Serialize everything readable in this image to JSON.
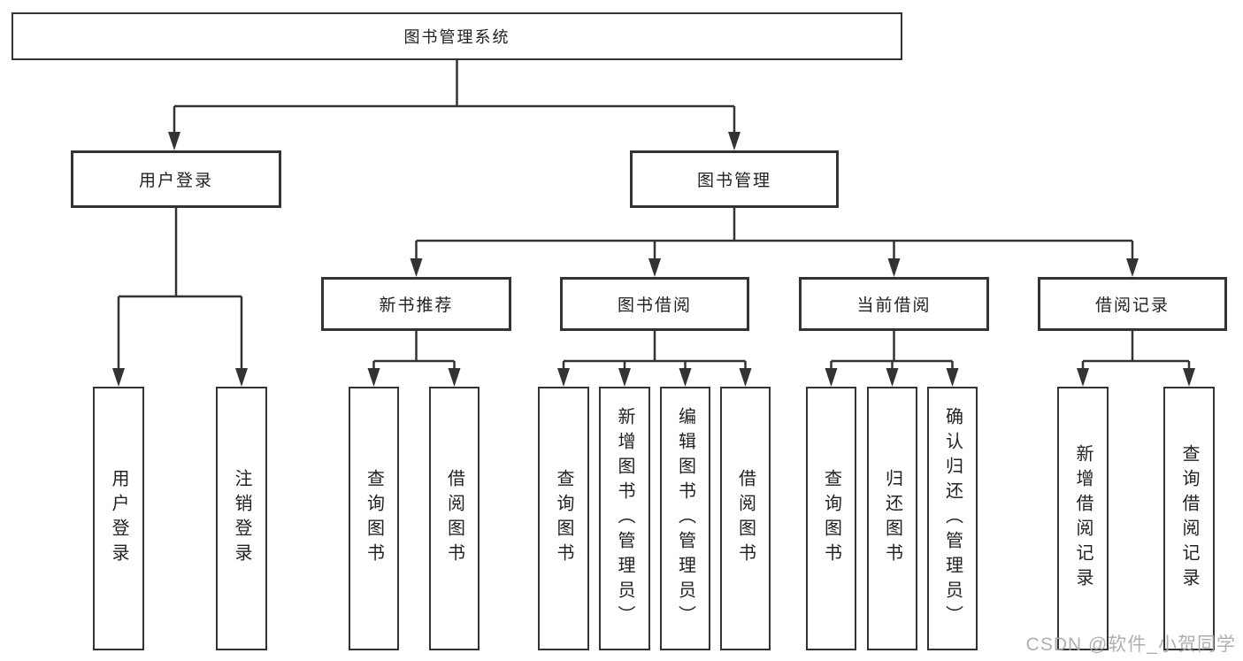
{
  "tree": {
    "root": "图书管理系统",
    "level2": {
      "left": "用户登录",
      "right": "图书管理"
    },
    "level3": [
      "新书推荐",
      "图书借阅",
      "当前借阅",
      "借阅记录"
    ],
    "leaves": {
      "login": [
        "用户登录",
        "注销登录"
      ],
      "recommend": [
        "查询图书",
        "借阅图书"
      ],
      "borrow": [
        "查询图书",
        "新增图书（管理员）",
        "编辑图书（管理员）",
        "借阅图书"
      ],
      "current": [
        "查询图书",
        "归还图书",
        "确认归还（管理员）"
      ],
      "records": [
        "新增借阅记录",
        "查询借阅记录"
      ]
    }
  },
  "watermark": "CSDN @软件_小贺同学",
  "colors": {
    "line": "#333333",
    "box_border": "#333333",
    "text": "#222222",
    "watermark": "#a8a8a8",
    "background": "#ffffff"
  }
}
